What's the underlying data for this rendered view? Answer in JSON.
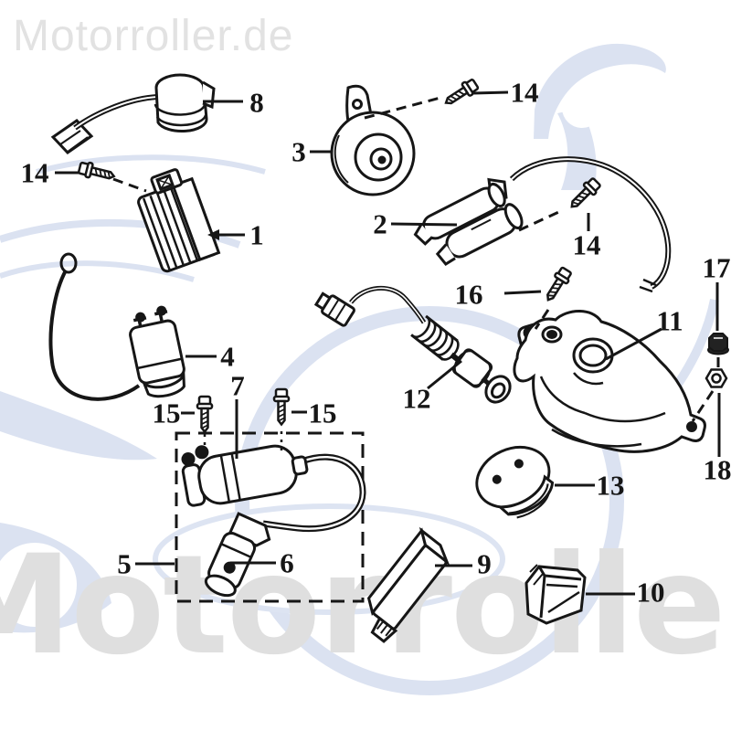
{
  "watermarks": {
    "top": "Motorroller.de",
    "bottom": "Motorroller"
  },
  "colors": {
    "line": "#161616",
    "watermark_text": "#e0e0e0",
    "watermark_blue": "#dbe2f1"
  },
  "callouts": [
    {
      "label": "8"
    },
    {
      "label": "14"
    },
    {
      "label": "1"
    },
    {
      "label": "3"
    },
    {
      "label": "14"
    },
    {
      "label": "2"
    },
    {
      "label": "14"
    },
    {
      "label": "16"
    },
    {
      "label": "17"
    },
    {
      "label": "11"
    },
    {
      "label": "4"
    },
    {
      "label": "12"
    },
    {
      "label": "15"
    },
    {
      "label": "15"
    },
    {
      "label": "7"
    },
    {
      "label": "13"
    },
    {
      "label": "18"
    },
    {
      "label": "5"
    },
    {
      "label": "6"
    },
    {
      "label": "9"
    },
    {
      "label": "10"
    }
  ]
}
